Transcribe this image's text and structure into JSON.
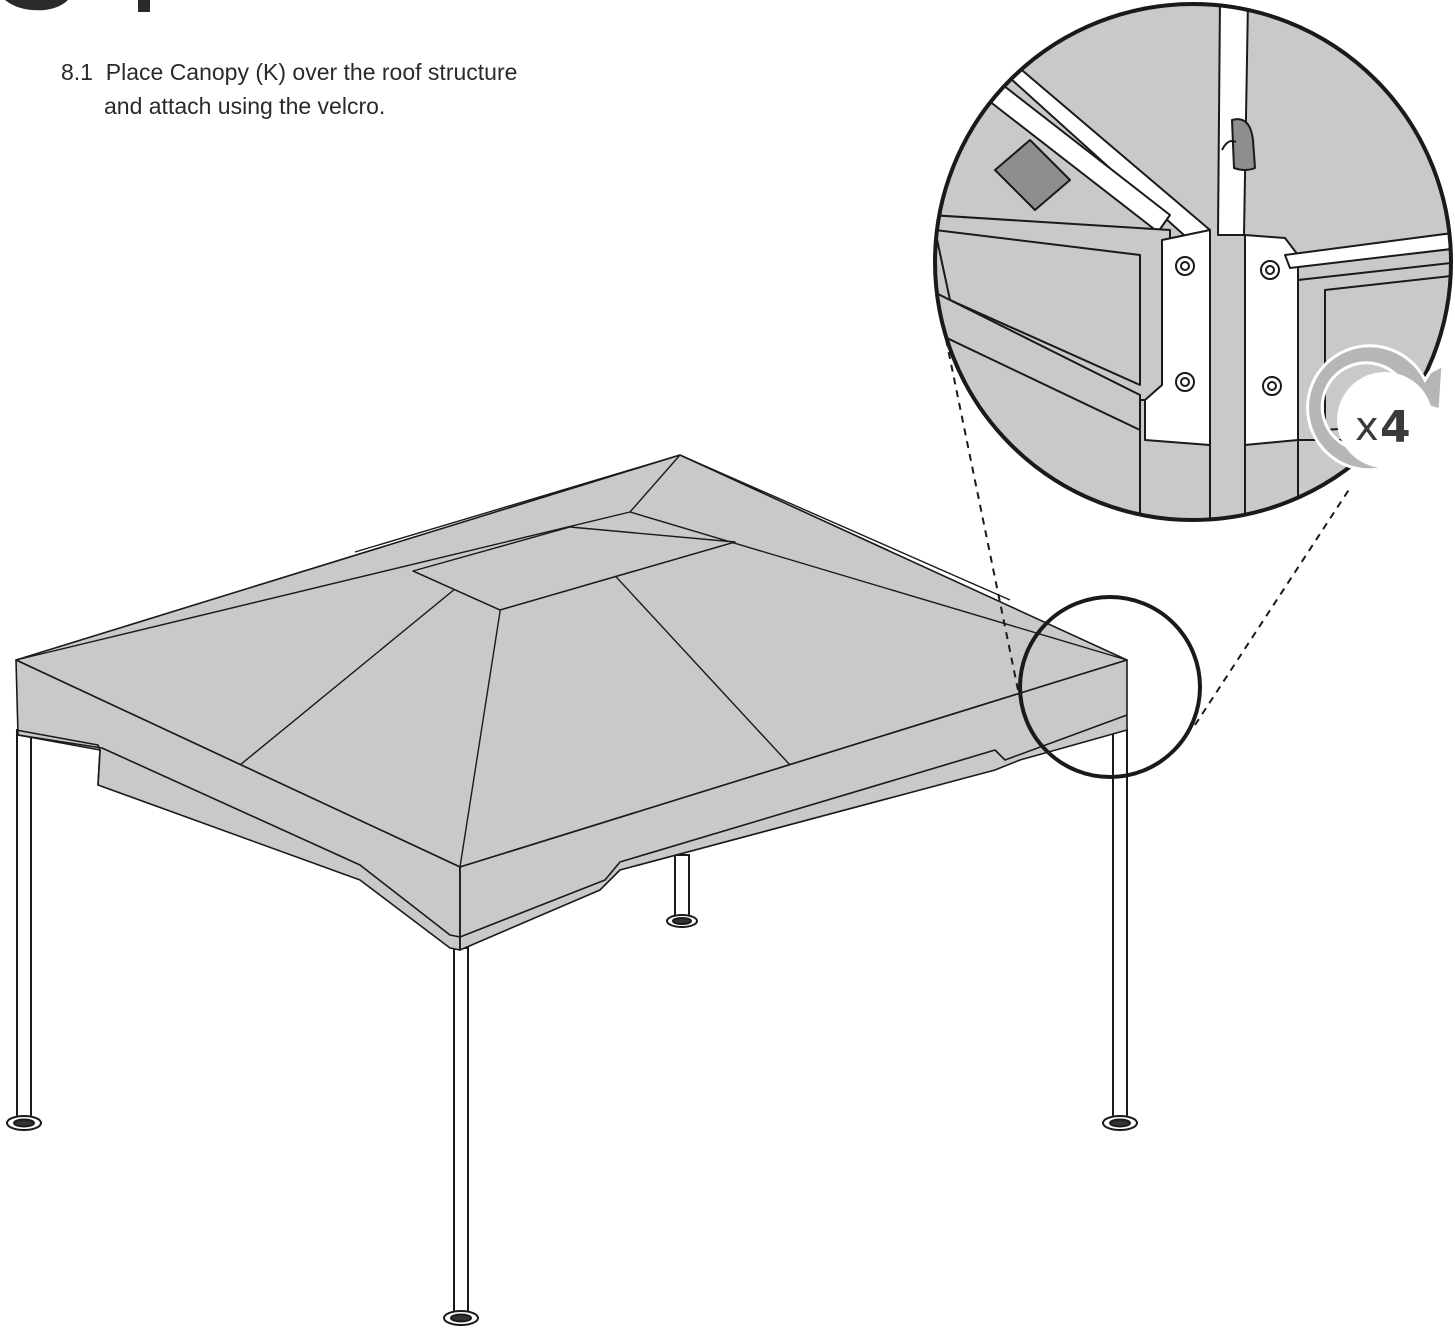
{
  "instructions": {
    "step_id": "8.1",
    "line_1": "Place Canopy (K) over the roof structure",
    "line_2": "and attach using the velcro."
  },
  "badge": {
    "prefix": "x",
    "count": "4"
  },
  "colors": {
    "canopy_fill": "#c8c9c9",
    "outline": "#1a1a1a",
    "background": "#ffffff",
    "badge_arrow": "#b5b6b7"
  },
  "icons": {
    "repeat": "rotate-arrow-icon"
  }
}
